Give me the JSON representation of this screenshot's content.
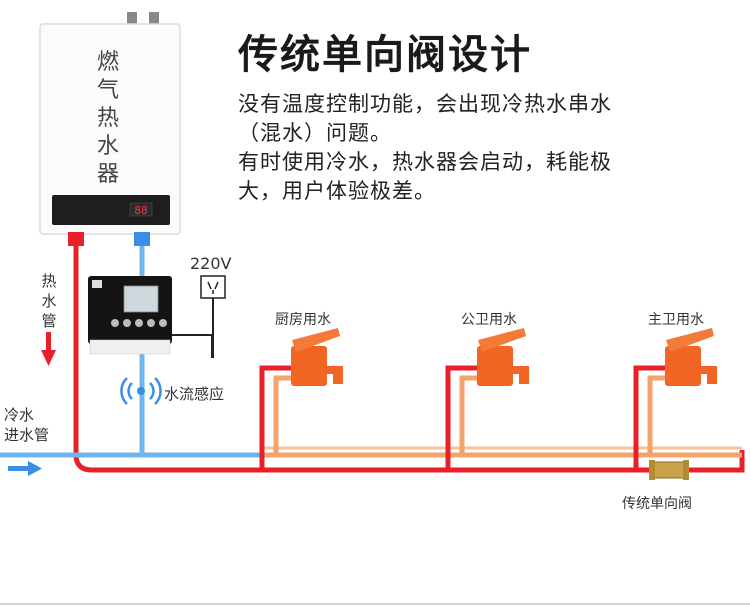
{
  "header": {
    "title": "传统单向阀设计",
    "desc_lines": [
      "没有温度控制功能，会出现冷热水串水",
      "（混水）问题。",
      "有时使用冷水，热水器会启动，耗能极",
      "大，用户体验极差。"
    ]
  },
  "heater": {
    "label_chars": [
      "燃",
      "气",
      "热",
      "水",
      "器"
    ],
    "display_value": "88"
  },
  "labels": {
    "hot_pipe": [
      "热",
      "水",
      "管"
    ],
    "cold_inlet_1": "冷水",
    "cold_inlet_2": "进水管",
    "voltage": "220V",
    "flow_sensor": "水流感应",
    "faucet_kitchen": "厨房用水",
    "faucet_public_bath": "公卫用水",
    "faucet_master_bath": "主卫用水",
    "check_valve": "传统单向阀"
  },
  "colors": {
    "hot": "#e8202a",
    "cold": "#6fb6ee",
    "mixed": "#f5a36a",
    "faucet": "#f26522"
  }
}
